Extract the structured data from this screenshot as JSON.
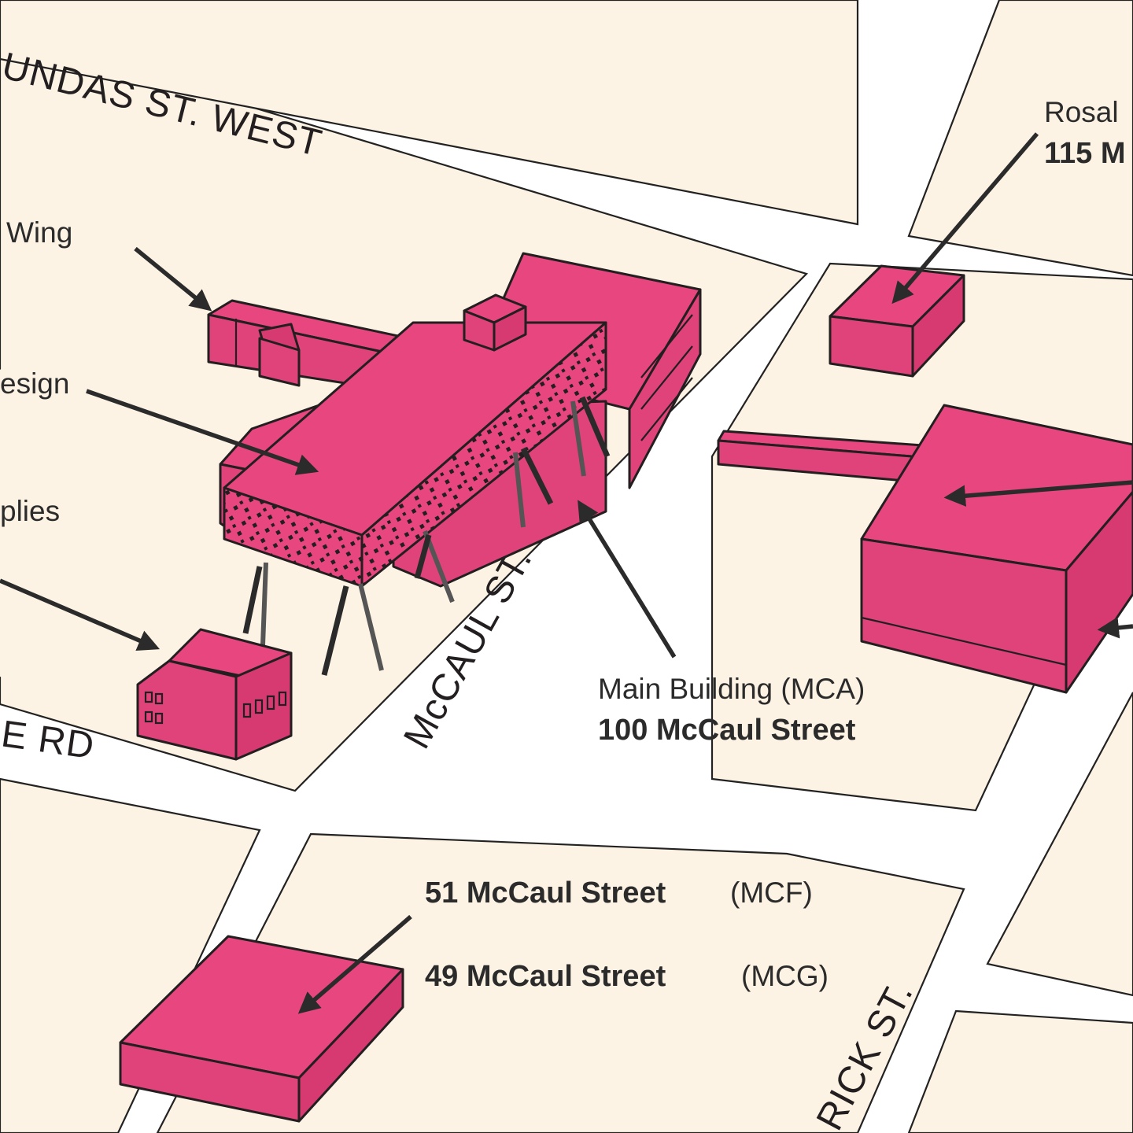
{
  "streets": {
    "dundas": "UNDAS ST. WEST",
    "mccaul": "McCAUL ST.",
    "grange": "E RD",
    "patrick": "RICK ST."
  },
  "labels": {
    "wing": "Wing",
    "design": "esign",
    "supplies": "plies",
    "rosalie_line1": "Rosal",
    "rosalie_line2": "115 M",
    "main_name": "Main Building (MCA)",
    "main_address": "100 McCaul Street",
    "mcf_address": "51 McCaul Street",
    "mcf_code": "(MCF)",
    "mcg_address": "49 McCaul Street",
    "mcg_code": "(MCG)"
  },
  "colors": {
    "building": "#e8467e",
    "block": "#fdf3e4",
    "outline": "#231f20",
    "arrow": "#2b2b2b"
  },
  "icons": {
    "pointer": "arrow-icon"
  }
}
